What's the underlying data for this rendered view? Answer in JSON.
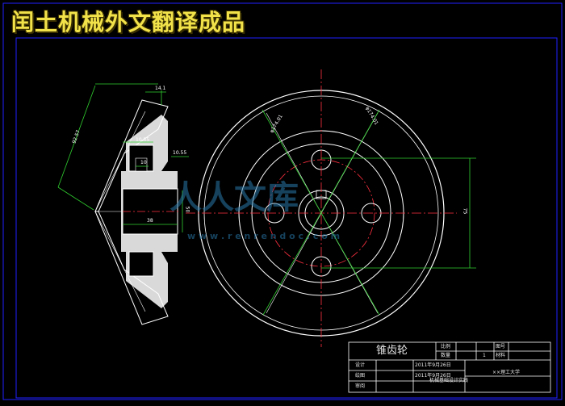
{
  "banner": {
    "text": "闰土机械外文翻译成品"
  },
  "colors": {
    "background": "#000000",
    "outline": "#ffffff",
    "center_line": "#ff3040",
    "dimension": "#30d030",
    "border": "#2020ff",
    "banner": "#f2e24a"
  },
  "drawing": {
    "dimensions": {
      "d_outer_a": "φ174.01",
      "d_outer_b": "φ174.01",
      "cone": "92.57",
      "face_width": "14.1",
      "a": "10.55",
      "b": "10.55",
      "c": "10",
      "bore_len": "38",
      "hub": "50",
      "bolt_circle": "75"
    }
  },
  "watermark": {
    "text1": "人人文库",
    "text2": "w w w . r e n r e n d o c . c o m"
  },
  "title_block": {
    "part_name": "锥齿轮",
    "scale_label": "比例",
    "qty_label": "数量",
    "qty_value": "1",
    "sheet_label": "图号",
    "material_label": "材料",
    "design_label": "设计",
    "draw_label": "绘图",
    "review_label": "审阅",
    "design_date": "2011年9月26日",
    "draw_date": "2011年9月26日",
    "course": "机械基础设计实践",
    "school": "××理工大学"
  }
}
